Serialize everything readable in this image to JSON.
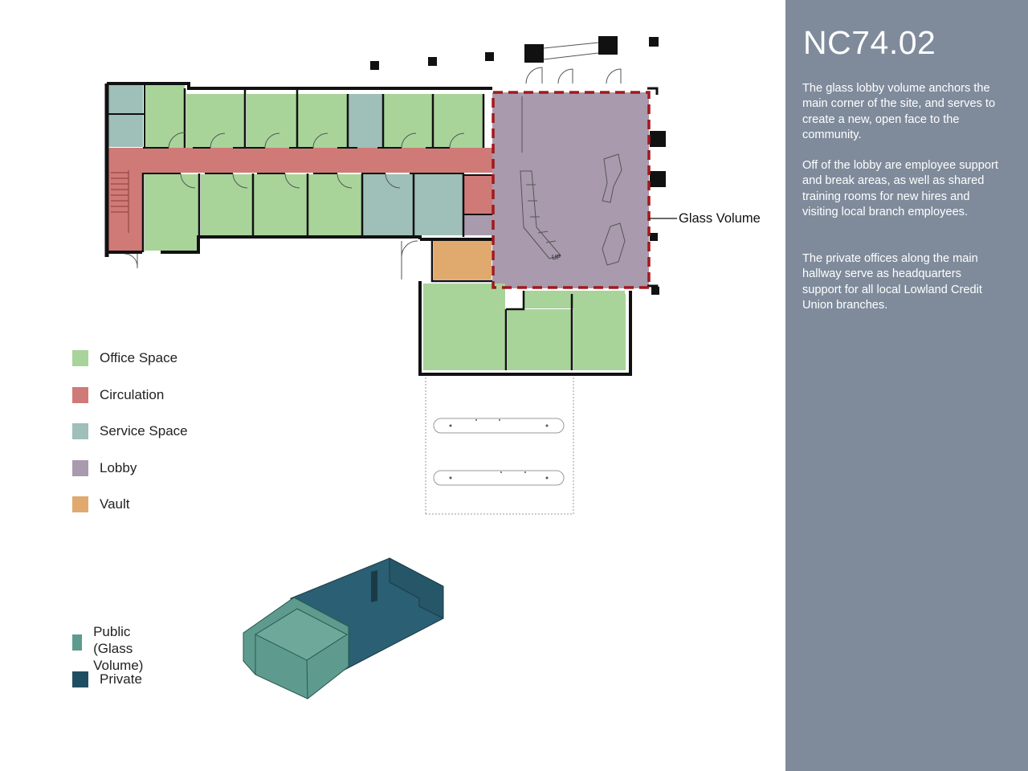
{
  "sidebar": {
    "title": "NC74.02",
    "paragraphs": [
      "The glass lobby volume anchors the main corner of the site, and serves to create a new, open face to the community.",
      "Off of the lobby are employee support and break areas, as well as shared training rooms for new hires and visiting local branch employees.",
      "The private offices along the main hallway serve as headquarters support for all local Lowland Credit Union branches."
    ],
    "background": "#7f8b9b"
  },
  "plan": {
    "callout_label": "Glass Volume",
    "stair_tag": "UP"
  },
  "legend": {
    "items": [
      {
        "label": "Office Space",
        "color": "#a8d49a"
      },
      {
        "label": "Circulation",
        "color": "#d07a78"
      },
      {
        "label": "Service Space",
        "color": "#9fbfb9"
      },
      {
        "label": "Lobby",
        "color": "#a99aad"
      },
      {
        "label": "Vault",
        "color": "#e0aa6e"
      }
    ]
  },
  "volume_legend": {
    "items": [
      {
        "label": "Public\n(Glass Volume)",
        "color": "#5e9a8e"
      },
      {
        "label": "Private",
        "color": "#1f4e63"
      }
    ]
  }
}
